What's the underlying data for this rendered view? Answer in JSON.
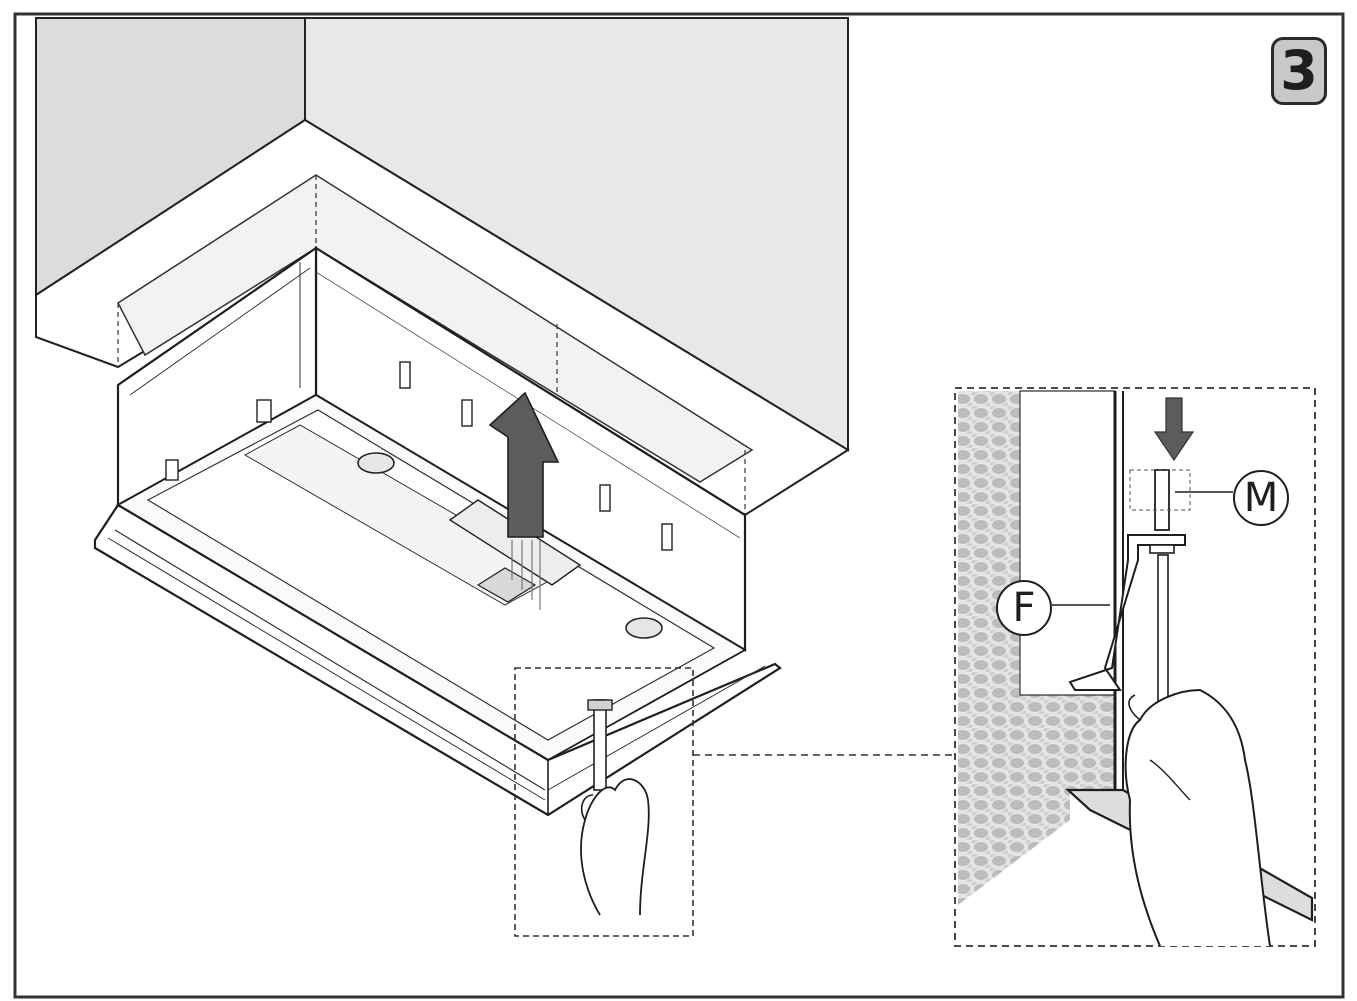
{
  "step": {
    "number": "3"
  },
  "callouts": {
    "m": "M",
    "f": "F"
  },
  "colors": {
    "wall": "#e6e6e6",
    "wall_shadow": "#d9d9d9",
    "line": "#1e1e1e",
    "arrow": "#5c5c5c",
    "badge": "#c8c8c8"
  },
  "icons": [
    "up-arrow-icon",
    "down-arrow-icon",
    "hand-icon",
    "screw-icon"
  ]
}
